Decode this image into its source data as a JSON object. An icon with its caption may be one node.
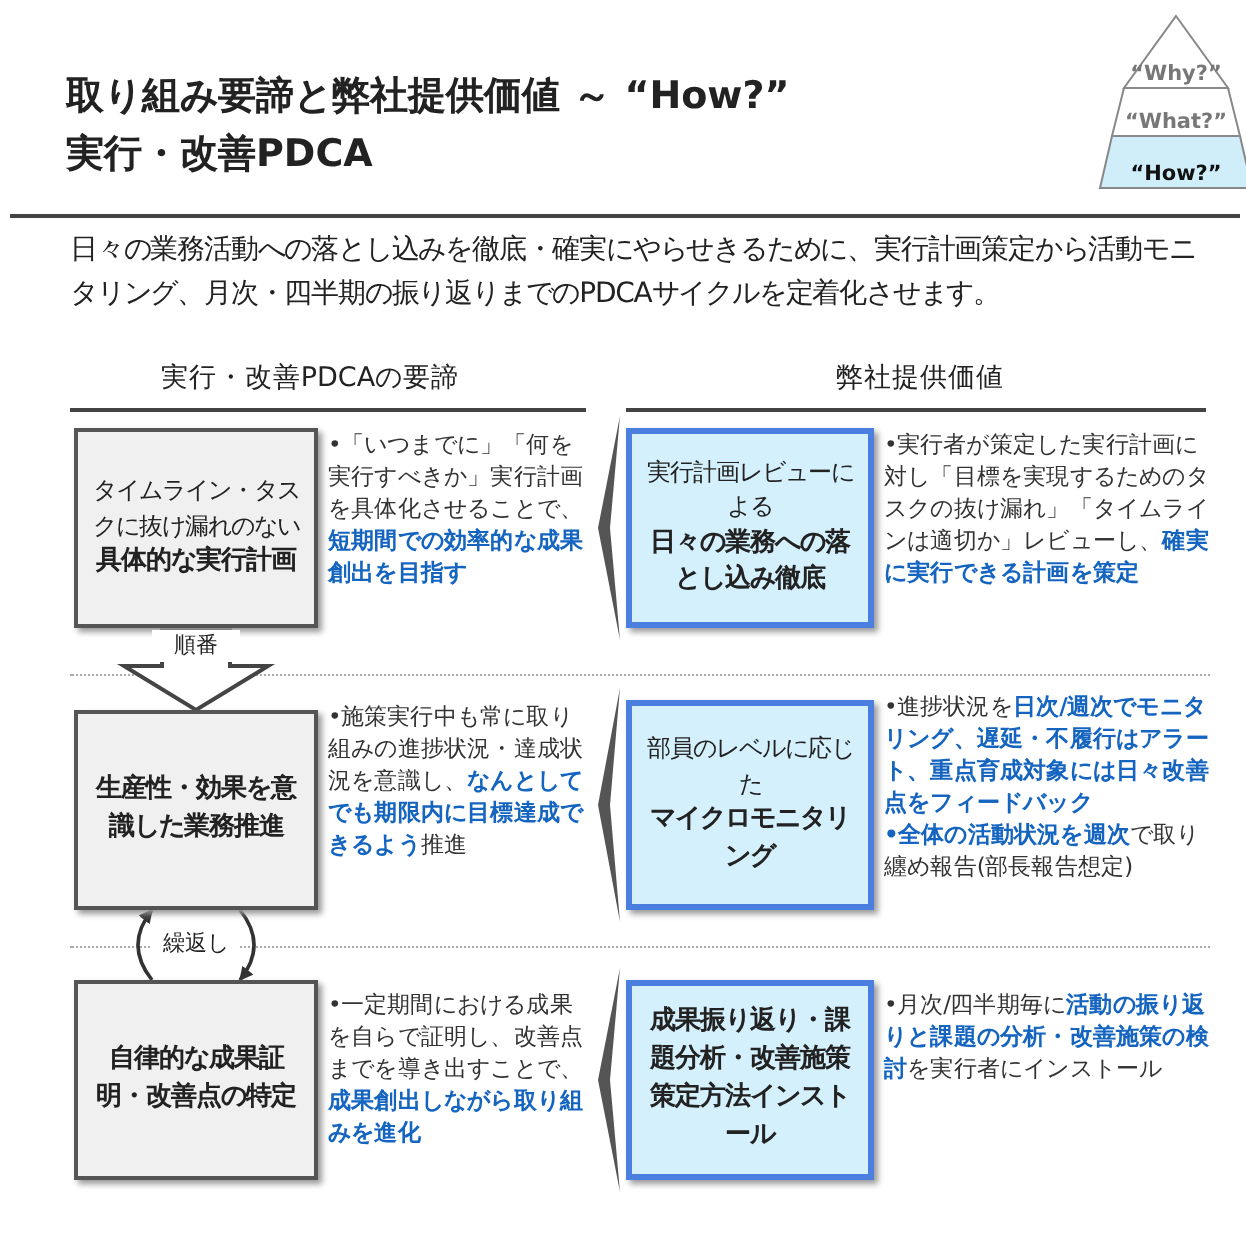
{
  "diagram": {
    "title": "取り組み要諦と弊社提供価値 ～ “How?” 実行・改善PDCA",
    "nodes": [
      {
        "text": [
          "“Why?”"
        ]
      },
      {
        "text": [
          "“What?”"
        ]
      },
      {
        "text": [
          "“How?”"
        ]
      },
      {
        "text": [
          "タイムライン・タスクに抜け漏れのない",
          "具体的な実行計画"
        ],
        "beside": [
          "•「いつまでに」「何を実行すべきか」実行計画を具体化させることで、**短期間での効率的な成果創出を目指す**"
        ]
      },
      {
        "text": [
          "生産性・効果を意識した業務推進"
        ],
        "beside": [
          "•施策実行中も常に取り組みの進捗状況・達成状況を意識し、**なんとしてでも期限内に目標達成できるよう**推進"
        ]
      },
      {
        "text": [
          "自律的な成果証明・改善点の特定"
        ],
        "beside": [
          "•一定期間における成果を自らで証明し、改善点までを導き出すことで、**成果創出しながら取り組みを進化**"
        ]
      },
      {
        "text": [
          "実行計画レビューによる",
          "日々の業務への落とし込み徹底"
        ],
        "beside": [
          "•実行者が策定した実行計画に対し「目標を実現するためのタスクの抜け漏れ」「タイムラインは適切か」レビューし、**確実に実行できる計画を策定**"
        ]
      },
      {
        "text": [
          "部員のレベルに応じた",
          "マイクロモニタリング"
        ],
        "beside": [
          "•進捗状況を**日次/週次でモニタリング、遅延・不履行はアラート、重点育成対象には日々改善点をフィードバック**",
          "**•全体の活動状況を週次**で取り纏め報告(部長報告想定)"
        ]
      },
      {
        "text": [
          "成果振り返り・課題分析・改善施策策定方法インストール"
        ],
        "beside": [
          "•月次/四半期毎に**活動の振り返りと課題の分析・改善施策の検討**を実行者にインストール"
        ]
      }
    ],
    "edges": [
      {
        "from": 3,
        "to": 4,
        "arrow": "to",
        "label": "順番",
        "style": "thick"
      },
      {
        "from": 5,
        "to": 4,
        "arrow": "to",
        "label": "繰返し"
      },
      {
        "from": 4,
        "to": 5,
        "arrow": "to"
      }
    ],
    "labels": [
      "日々の業務活動への落とし込みを徹底・確実にやらせきるために、実行計画策定から活動モニタリング、月次・四半期の振り返りまでのPDCAサイクルを定着化させます。",
      "実行・改善PDCAの要諦",
      "弊社提供価値"
    ]
  }
}
